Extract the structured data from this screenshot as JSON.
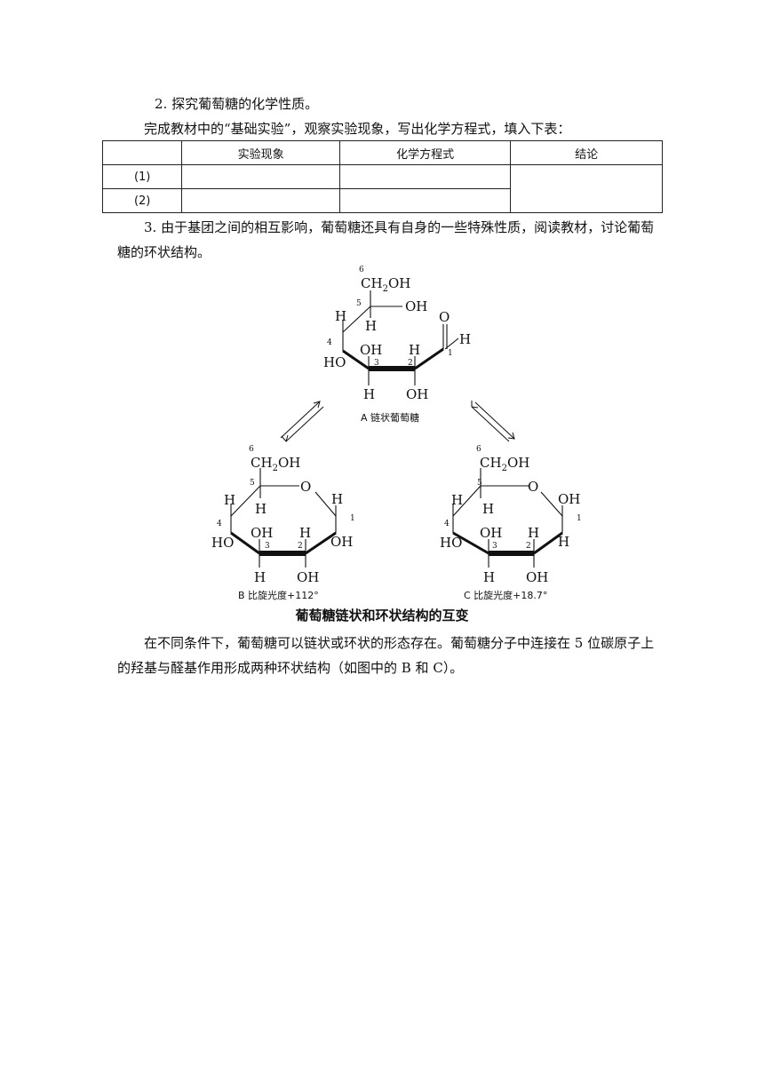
{
  "heading2": "2. 探究葡萄糖的化学性质。",
  "intro": "完成教材中的“基础实验”，观察实验现象，写出化学方程式，填入下表：",
  "table": {
    "headers": [
      "",
      "实验现象",
      "化学方程式",
      "结论"
    ],
    "rows": [
      {
        "label": "(1)"
      },
      {
        "label": "(2)"
      }
    ]
  },
  "heading3": "3. 由于基团之间的相互影响，葡萄糖还具有自身的一些特殊性质，阅读教材，讨论葡萄糖的环状结构。",
  "figure": {
    "labels": {
      "ch2oh": "CH",
      "ch2oh_sub": "2",
      "ch2oh_tail": "OH",
      "oh": "OH",
      "h": "H",
      "ho": "HO",
      "o": "O",
      "n1": "1",
      "n2": "2",
      "n3": "3",
      "n4": "4",
      "n5": "5",
      "n6": "6"
    },
    "a_label": "A 链状葡萄糖",
    "b_label": "B 比旋光度+112°",
    "c_label": "C 比旋光度+18.7°"
  },
  "caption": "葡萄糖链状和环状结构的互变",
  "closing": "在不同条件下，葡萄糖可以链状或环状的形态存在。葡萄糖分子中连接在 5 位碳原子上的羟基与醛基作用形成两种环状结构（如图中的 B 和 C）。"
}
